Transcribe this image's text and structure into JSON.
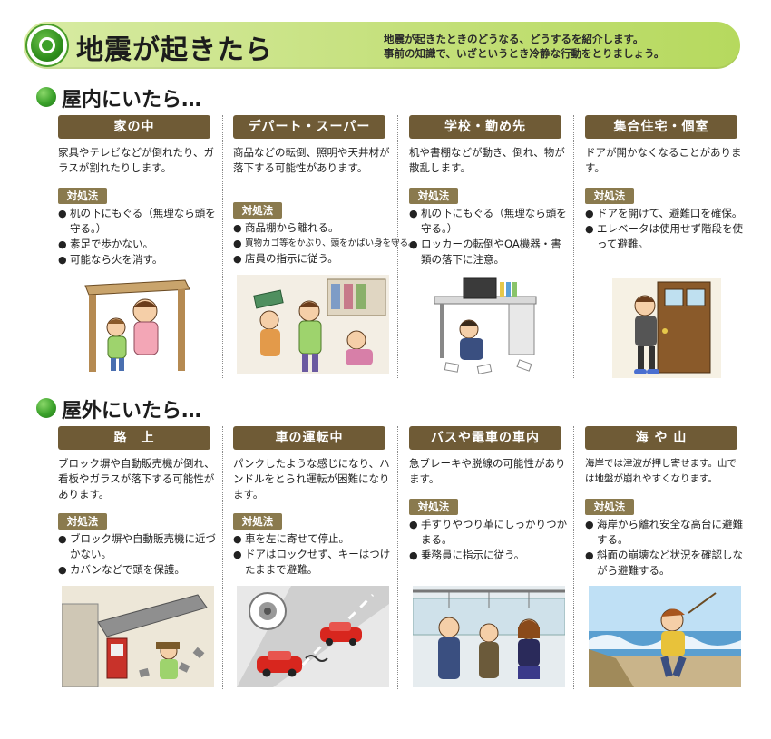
{
  "banner": {
    "title": "地震が起きたら",
    "description_line1": "地震が起きたときのどうなる、どうするを紹介します。",
    "description_line2": "事前の知識で、いざというとき冷静な行動をとりましょう。"
  },
  "indoor": {
    "title": "屋内にいたら…",
    "cards": [
      {
        "title": "家の中",
        "description": "家具やテレビなどが倒れたり、ガラスが割れたりします。",
        "measures_label": "対処法",
        "measures": [
          "机の下にもぐる（無理なら頭を守る。）",
          "素足で歩かない。",
          "可能なら火を消す。"
        ]
      },
      {
        "title": "デパート・スーパー",
        "description": "商品などの転倒、照明や天井材が落下する可能性があります。",
        "measures_label": "対処法",
        "measures": [
          "商品棚から離れる。",
          "買物カゴ等をかぶり、頭をかばい身を守る。",
          "店員の指示に従う。"
        ]
      },
      {
        "title": "学校・勤め先",
        "description": "机や書棚などが動き、倒れ、物が散乱します。",
        "measures_label": "対処法",
        "measures": [
          "机の下にもぐる（無理なら頭を守る。）",
          "ロッカーの転倒やOA機器・書類の落下に注意。"
        ]
      },
      {
        "title": "集合住宅・個室",
        "description": "ドアが開かなくなることがあります。",
        "measures_label": "対処法",
        "measures": [
          "ドアを開けて、避難口を確保。",
          "エレベータは使用せず階段を使って避難。"
        ]
      }
    ]
  },
  "outdoor": {
    "title": "屋外にいたら…",
    "cards": [
      {
        "title": "路　上",
        "description": "ブロック塀や自動販売機が倒れ、看板やガラスが落下する可能性があります。",
        "measures_label": "対処法",
        "measures": [
          "ブロック塀や自動販売機に近づかない。",
          "カバンなどで頭を保護。"
        ]
      },
      {
        "title": "車の運転中",
        "description": "パンクしたような感じになり、ハンドルをとられ運転が困難になります。",
        "measures_label": "対処法",
        "measures": [
          "車を左に寄せて停止。",
          "ドアはロックせず、キーはつけたままで避難。"
        ]
      },
      {
        "title": "バスや電車の車内",
        "description": "急ブレーキや脱線の可能性があります。",
        "measures_label": "対処法",
        "measures": [
          "手すりやつり革にしっかりつかまる。",
          "乗務員に指示に従う。"
        ]
      },
      {
        "title": "海 や 山",
        "description": "海岸では津波が押し寄せます。山では地盤が崩れやすくなります。",
        "measures_label": "対処法",
        "measures": [
          "海岸から離れ安全な高台に避難する。",
          "斜面の崩壊など状況を確認しながら避難する。"
        ]
      }
    ]
  },
  "colors": {
    "banner_green": "#c4e07a",
    "header_brown": "#6f5b36",
    "label_brown": "#8a7a4e",
    "accent_green": "#3aa12a"
  }
}
